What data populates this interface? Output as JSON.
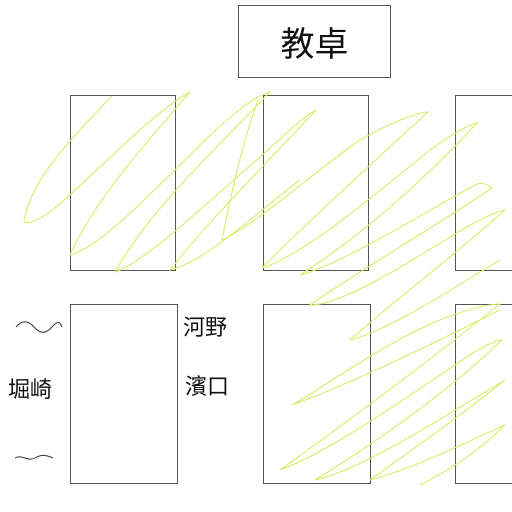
{
  "teacher_desk": {
    "label": "教卓"
  },
  "names": {
    "left": "堀崎",
    "right_top": "河野",
    "right_bottom": "濱口"
  },
  "colors": {
    "scribble": "#d9ec6a",
    "outline": "#555555",
    "ink": "#111111"
  }
}
